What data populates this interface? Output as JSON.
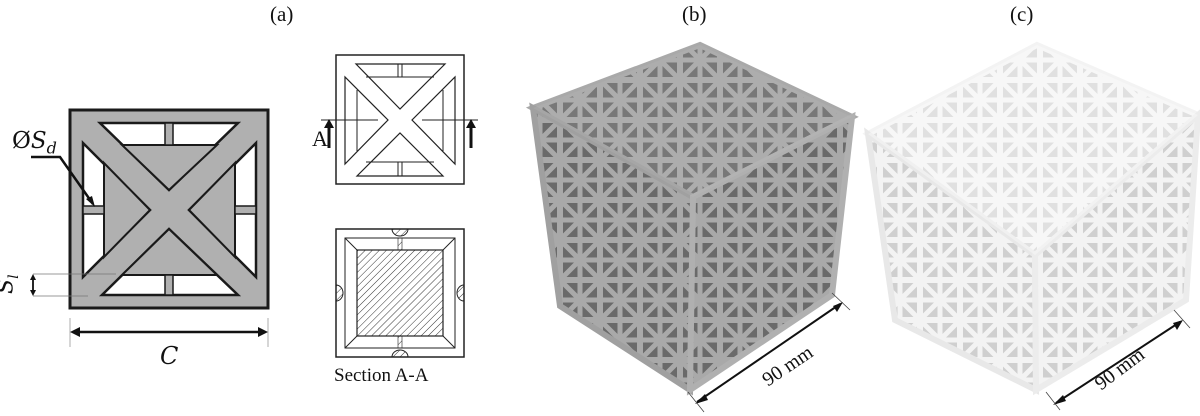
{
  "panels": {
    "a": {
      "label": "(a)",
      "unit_cell": {
        "diameter_label_prefix": "Ø",
        "diameter_label_var": "S",
        "diameter_label_sub": "d",
        "strut_label_var": "S",
        "strut_label_sub": "l",
        "cell_size_label": "C",
        "fill_color": "#b0b0b0",
        "outline_color": "#1a1a1a"
      },
      "section_view": {
        "cut_label": "A",
        "section_caption": "Section A-A"
      }
    },
    "b": {
      "label": "(b)",
      "dimension_label": "90 mm",
      "description": "Rendered lattice cube (grey)",
      "strut_color": "#a8a8a8",
      "shadow_color": "#5a5a5a"
    },
    "c": {
      "label": "(c)",
      "dimension_label": "90 mm",
      "description": "Printed lattice cube (white)",
      "strut_color": "#f2f2f2",
      "shadow_color": "#b8b8b8"
    }
  }
}
